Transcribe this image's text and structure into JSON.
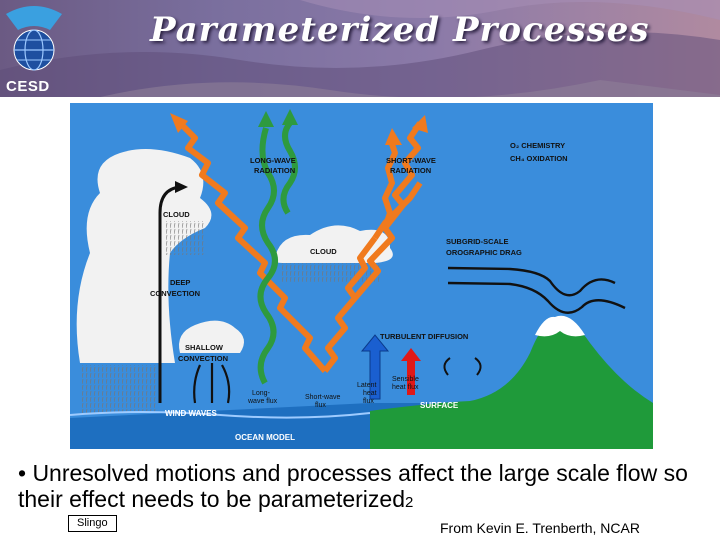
{
  "header": {
    "title": "Parameterized Processes",
    "logo_text": "CESD"
  },
  "diagram": {
    "labels": {
      "long_wave_radiation_1": "LONG-WAVE",
      "long_wave_radiation_2": "RADIATION",
      "short_wave_radiation_1": "SHORT-WAVE",
      "short_wave_radiation_2": "RADIATION",
      "o2_chemistry": "O₂ CHEMISTRY",
      "ch4_oxidation": "CH₄ OXIDATION",
      "cloud_left": "CLOUD",
      "cloud_center": "CLOUD",
      "subgrid_drag_1": "SUBGRID-SCALE",
      "subgrid_drag_2": "OROGRAPHIC DRAG",
      "deep_convection_1": "DEEP",
      "deep_convection_2": "CONVECTION",
      "shallow_convection_1": "SHALLOW",
      "shallow_convection_2": "CONVECTION",
      "turbulent_diffusion": "TURBULENT DIFFUSION",
      "longwave_flux_1": "Long-",
      "longwave_flux_2": "wave flux",
      "shortwave_flux_1": "Short-wave",
      "shortwave_flux_2": "flux",
      "latent_heat_flux_1": "Latent",
      "latent_heat_flux_2": "heat",
      "latent_heat_flux_3": "flux",
      "sensible_heat_flux_1": "Sensible",
      "sensible_heat_flux_2": "heat flux",
      "wind_waves": "WIND WAVES",
      "surface": "SURFACE",
      "ocean_model": "OCEAN MODEL"
    }
  },
  "bullet_text": "• Unresolved motions and processes affect the large scale flow so their effect needs to be parameterized",
  "page_number": "2",
  "slingo_label": "Slingo",
  "credit": "From Kevin E. Trenberth, NCAR",
  "colors": {
    "arrow_orange": "#f07a1e",
    "arrow_green": "#2e9a3e",
    "land_green": "#1f9a3a",
    "ocean_blue": "#1e6fc0",
    "sky_blue": "#3a8ddc",
    "latent_arrow": "#1a5fd0",
    "sensible_arrow": "#e01818"
  }
}
